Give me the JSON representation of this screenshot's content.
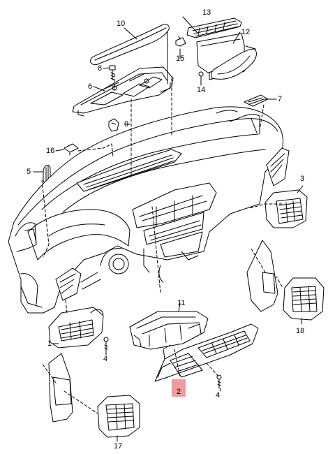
{
  "highlight_color": "#f49a9a",
  "line_color": "#000000",
  "highlighted_part": "2",
  "callouts": {
    "c1": "1",
    "c2": "2",
    "c3": "3",
    "c4a": "4",
    "c4b": "4",
    "c5": "5",
    "c6": "6",
    "c7": "7",
    "c8": "8",
    "c9": "9",
    "c10": "10",
    "c11": "11",
    "c12": "12",
    "c13": "13",
    "c14": "14",
    "c15": "15",
    "c16": "16",
    "c17": "17",
    "c18": "18"
  }
}
